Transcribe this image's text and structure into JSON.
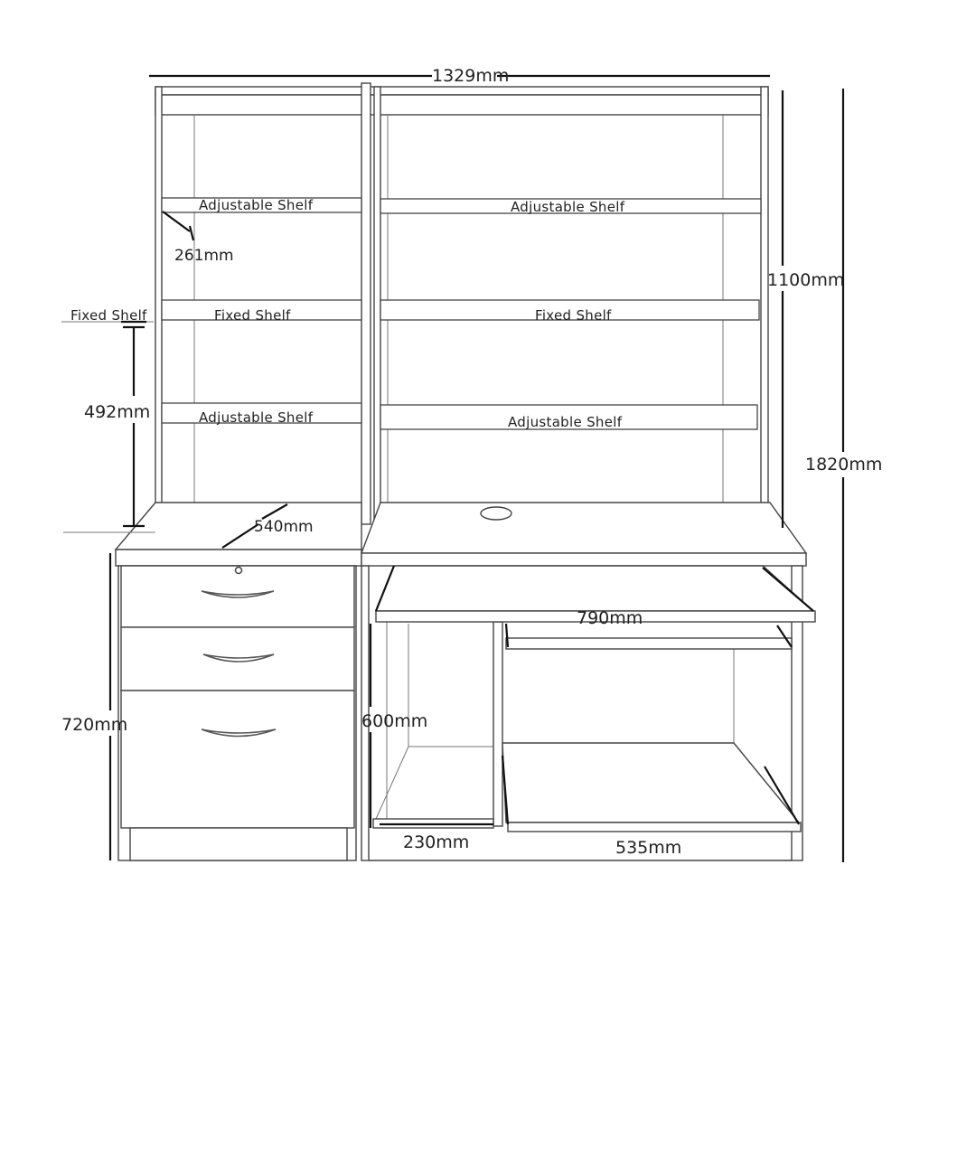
{
  "diagram": {
    "dimensions": {
      "overall_width": "1329mm",
      "hutch_height": "1100mm",
      "overall_height": "1820mm",
      "shelf_gap": "261mm",
      "shelf_spacing": "492mm",
      "desk_depth": "540mm",
      "desk_height": "720mm",
      "keyboard_width": "790mm",
      "knee_height": "600mm",
      "side_bay_width": "230mm",
      "shelf_bay_width": "535mm"
    },
    "labels": {
      "left_adjustable_top": "Adjustable Shelf",
      "right_adjustable_top": "Adjustable Shelf",
      "side_fixed": "Fixed Shelf",
      "left_fixed": "Fixed Shelf",
      "right_fixed": "Fixed Shelf",
      "left_adjustable_bottom": "Adjustable Shelf",
      "right_adjustable_bottom": "Adjustable Shelf"
    }
  }
}
